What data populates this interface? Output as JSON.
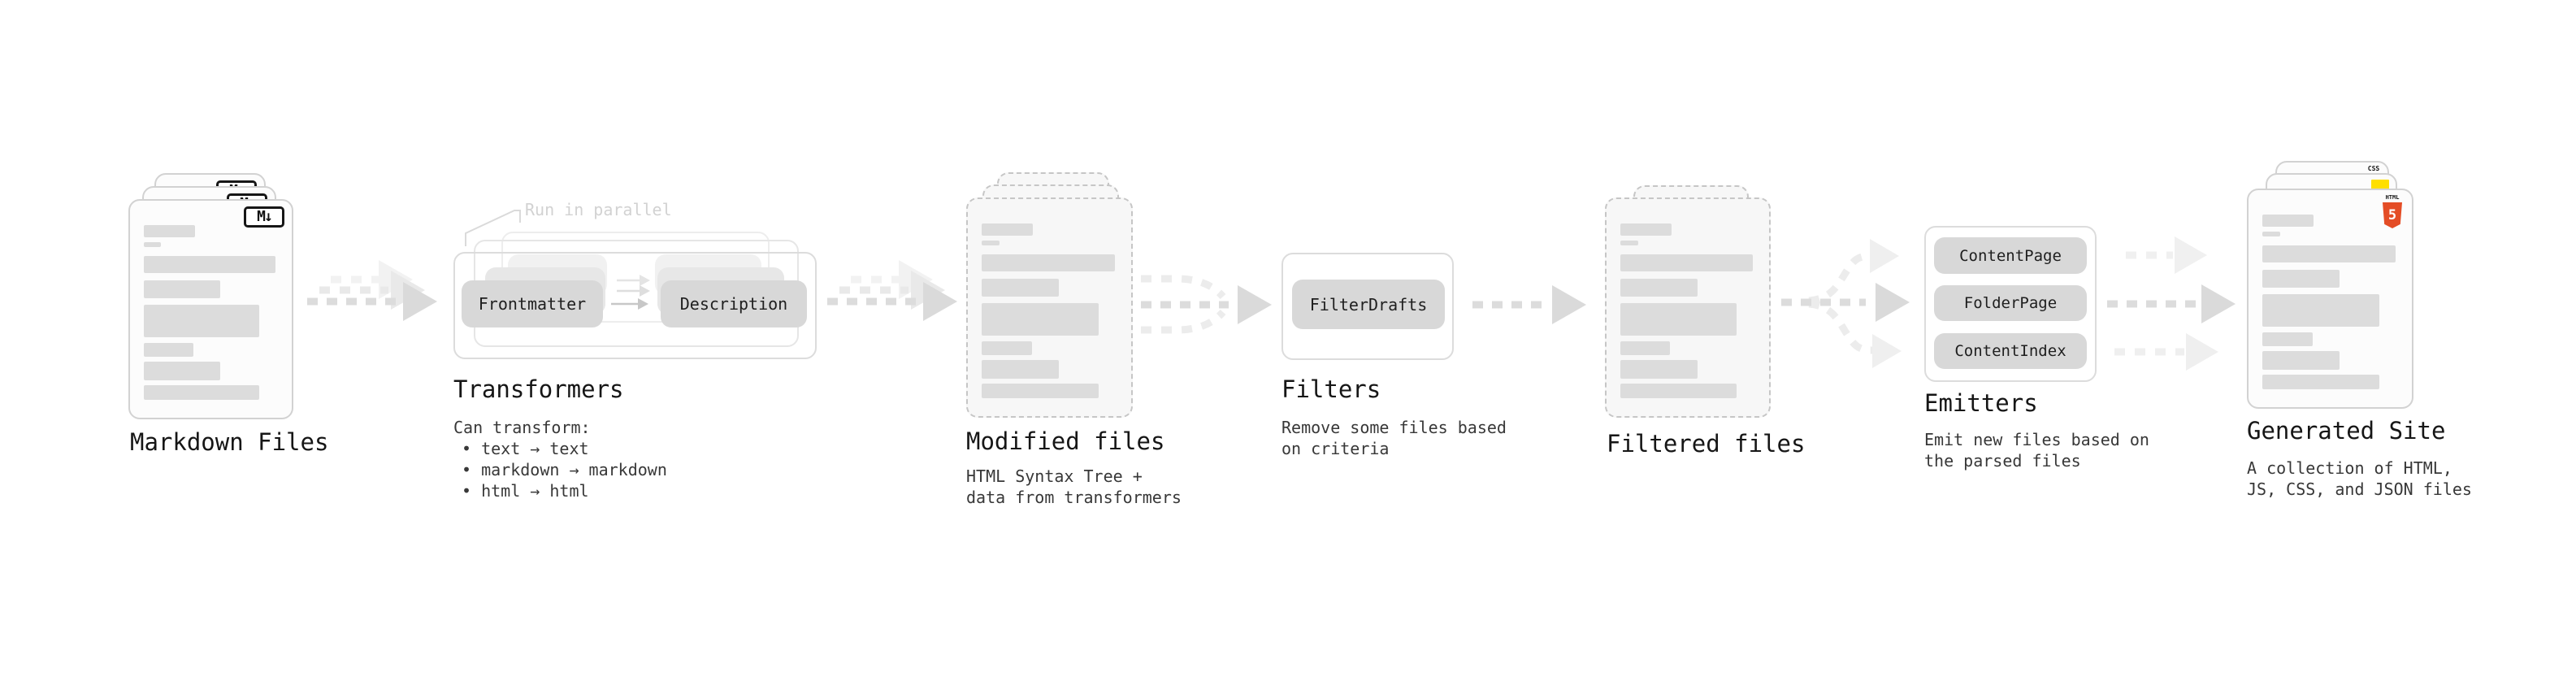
{
  "diagram": {
    "stages": {
      "markdown": {
        "title": "Markdown Files",
        "icon_label": "M↓"
      },
      "transformers": {
        "title": "Transformers",
        "parallel_label": "Run in parallel",
        "buttons": [
          "Frontmatter",
          "Description"
        ],
        "description_heading": "Can transform:",
        "bullets": [
          "• text → text",
          "• markdown → markdown",
          "• html → html"
        ]
      },
      "modified": {
        "title": "Modified files",
        "subtitle_line1": "HTML Syntax Tree +",
        "subtitle_line2": "data from transformers"
      },
      "filters": {
        "title": "Filters",
        "button": "FilterDrafts",
        "subtitle_line1": "Remove some files based",
        "subtitle_line2": "on criteria"
      },
      "filtered": {
        "title": "Filtered files"
      },
      "emitters": {
        "title": "Emitters",
        "buttons": [
          "ContentPage",
          "FolderPage",
          "ContentIndex"
        ],
        "subtitle_line1": "Emit new files based on",
        "subtitle_line2": "the parsed files"
      },
      "generated": {
        "title": "Generated Site",
        "subtitle_line1": "A collection of HTML,",
        "subtitle_line2": "JS, CSS, and JSON files",
        "badges": {
          "css": "CSS",
          "html": "HTML",
          "html_number": "5"
        }
      }
    },
    "colors": {
      "html5_orange": "#e44d26",
      "js_yellow": "#ffdf00",
      "css_blue": "#2965f1"
    }
  }
}
